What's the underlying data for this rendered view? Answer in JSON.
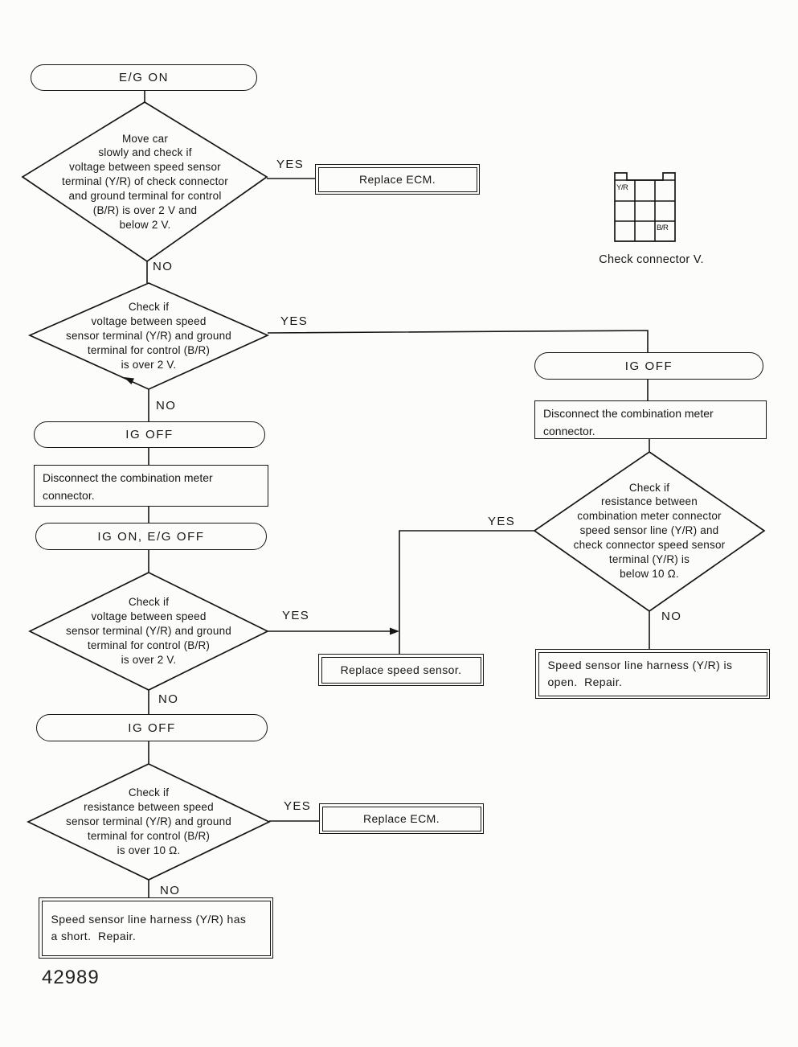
{
  "figure_number": "42989",
  "branch_labels": {
    "yes": "YES",
    "no": "NO"
  },
  "colors": {
    "ink": "#161616",
    "paper": "#fcfcfa"
  },
  "nodes": {
    "start": {
      "type": "terminal",
      "label": "E/G ON"
    },
    "d1": {
      "type": "decision",
      "text": "Move car\nslowly and check if\nvoltage between speed sensor\nterminal (Y/R) of check connector\nand ground terminal for control\n(B/R) is over 2 V and\nbelow 2 V."
    },
    "replace_ecm_1": {
      "type": "action",
      "text": "Replace ECM."
    },
    "d2": {
      "type": "decision",
      "text": "Check if\nvoltage between speed\nsensor terminal (Y/R) and ground\nterminal for control (B/R)\nis over 2 V."
    },
    "ig_off_left_1": {
      "type": "terminal",
      "label": "IG OFF"
    },
    "disconnect_left": {
      "type": "process",
      "text": "Disconnect the combination meter\nconnector."
    },
    "ig_on_eg_off": {
      "type": "terminal",
      "label": "IG ON, E/G OFF"
    },
    "d3": {
      "type": "decision",
      "text": "Check if\nvoltage between speed\nsensor terminal (Y/R) and ground\nterminal for control (B/R)\nis over 2 V."
    },
    "ig_off_left_2": {
      "type": "terminal",
      "label": "IG OFF"
    },
    "d4": {
      "type": "decision",
      "text": "Check if\nresistance between speed\nsensor terminal (Y/R) and ground\nterminal for control (B/R)\nis over 10 Ω."
    },
    "replace_ecm_2": {
      "type": "action",
      "text": "Replace ECM."
    },
    "short_repair": {
      "type": "action",
      "text": "Speed sensor line harness (Y/R) has\na short.  Repair."
    },
    "ig_off_right": {
      "type": "terminal",
      "label": "IG OFF"
    },
    "disconnect_right": {
      "type": "process",
      "text": "Disconnect the combination meter\nconnector."
    },
    "d5": {
      "type": "decision",
      "text": "Check if\nresistance between\ncombination meter connector\nspeed sensor line (Y/R) and\ncheck connector speed sensor\nterminal (Y/R) is\nbelow 10 Ω."
    },
    "replace_speed_sensor": {
      "type": "action",
      "text": "Replace speed sensor."
    },
    "open_repair": {
      "type": "action",
      "text": "Speed sensor line harness (Y/R) is\nopen.  Repair."
    }
  },
  "connector_diagram": {
    "caption": "Check connector V.",
    "pin_top_left": "Y/R",
    "pin_bottom_right": "B/R"
  }
}
